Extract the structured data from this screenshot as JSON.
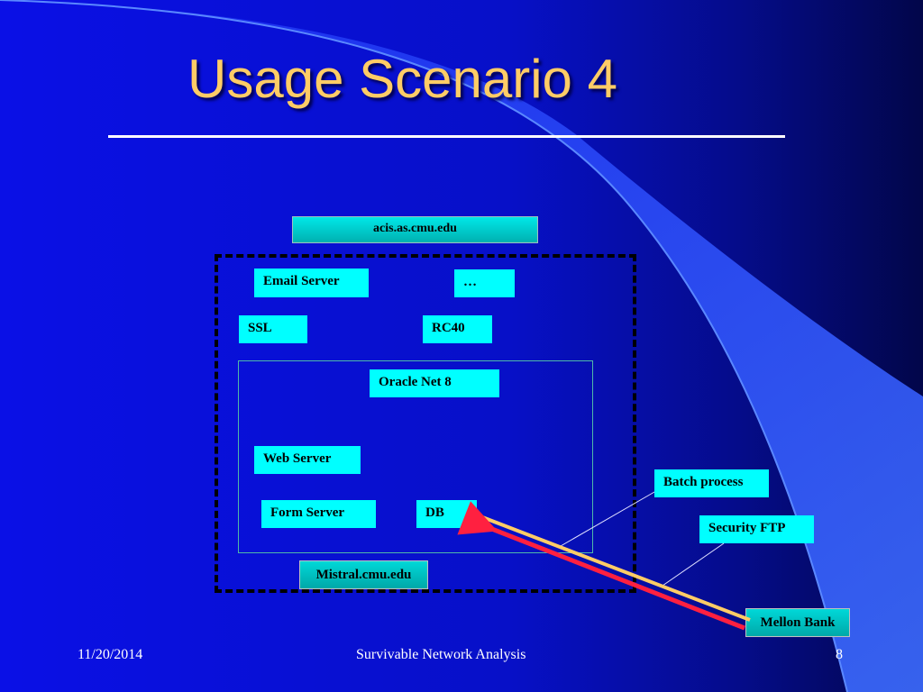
{
  "slide": {
    "title": "Usage Scenario 4",
    "footer_date": "11/20/2014",
    "footer_center": "Survivable Network Analysis",
    "footer_page": "8"
  },
  "diagram": {
    "host_top": "acis.as.cmu.edu",
    "host_bottom": "Mistral.cmu.edu",
    "nodes": {
      "email_server": "Email Server",
      "ellipsis": "…",
      "ssl": "SSL",
      "rc40": "RC40",
      "oracle_net": "Oracle Net 8",
      "web_server": "Web Server",
      "form_server": "Form Server",
      "db": "DB",
      "batch_process": "Batch process",
      "security_ftp": "Security FTP",
      "mellon_bank": "Mellon Bank"
    },
    "colors": {
      "background": "#0a10e6",
      "title": "#ffcc66",
      "node_fill": "#00ffff",
      "host_fill": "#00c0c0",
      "outgoing_arrow": "#ffcc66",
      "incoming_arrow": "#ff2040"
    }
  }
}
